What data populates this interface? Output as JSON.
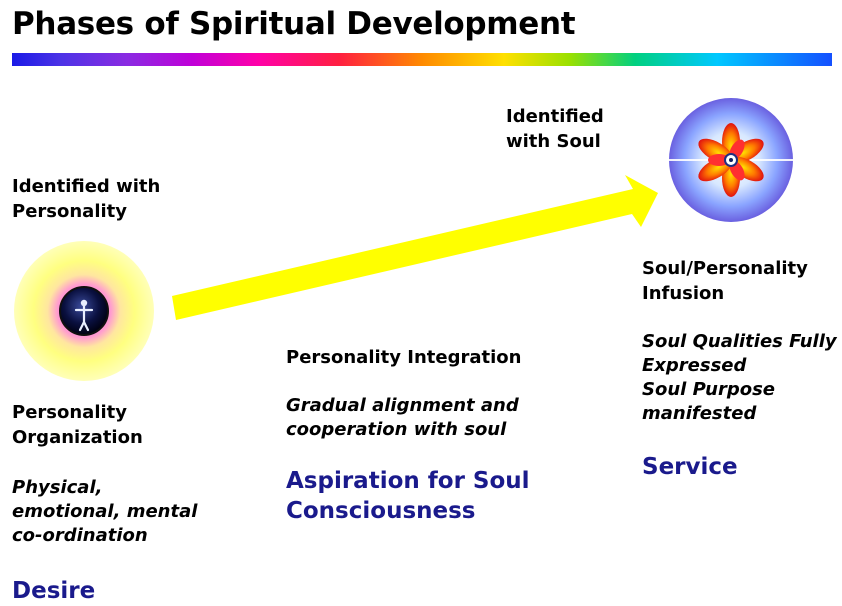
{
  "title": "Phases of Spiritual Development",
  "stages": {
    "personality": {
      "identified": [
        "Identified with",
        "Personality"
      ],
      "heading": [
        "Personality",
        "Organization"
      ],
      "description": [
        "Physical,",
        "emotional, mental",
        "co-ordination"
      ],
      "keyword": "Desire"
    },
    "integration": {
      "heading": "Personality Integration",
      "description": [
        "Gradual alignment and",
        "cooperation with soul"
      ],
      "keyword": [
        "Aspiration for Soul",
        "Consciousness"
      ]
    },
    "soul": {
      "identified": [
        "Identified",
        "with Soul"
      ],
      "heading": [
        "Soul/Personality",
        "Infusion"
      ],
      "description": [
        "Soul Qualities Fully",
        "Expressed",
        "Soul Purpose",
        "manifested"
      ],
      "keyword": "Service"
    }
  },
  "colors": {
    "arrow": "#ffff00",
    "keyword_text": "#1a1a8c",
    "personality_glow_outer": "#ffff88",
    "personality_glow_inner": "#ff88c8"
  },
  "icons": {
    "personality": "human-figure-orb-icon",
    "soul": "soul-lotus-icon"
  }
}
